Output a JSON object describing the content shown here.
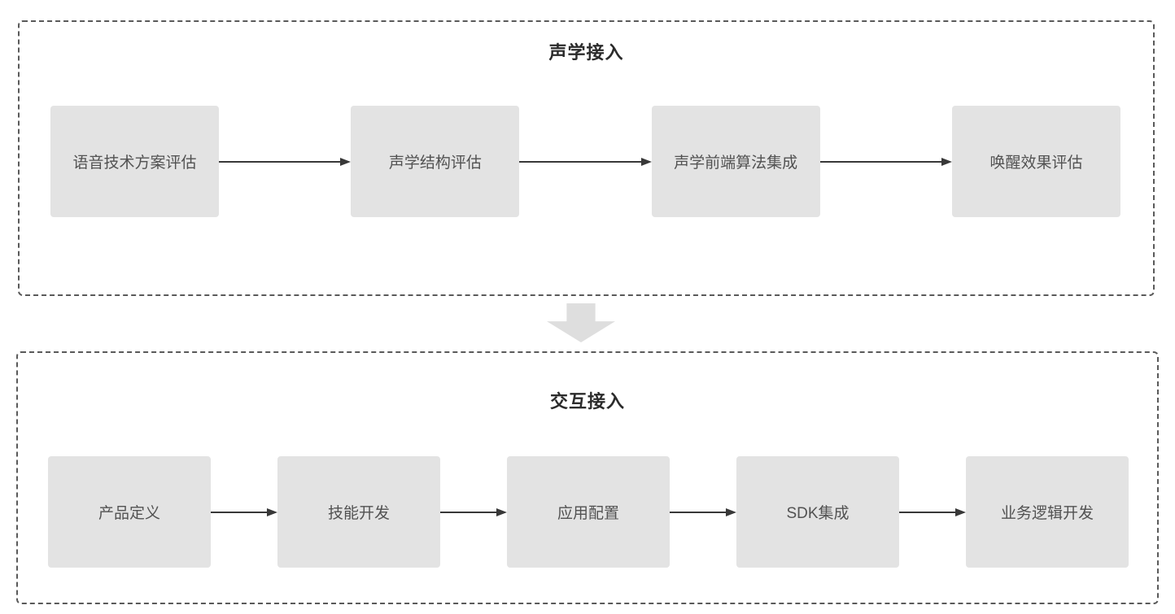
{
  "page": {
    "background": "#ffffff",
    "kind": "flowchart"
  },
  "colors": {
    "panel_border": "#5a5a5a",
    "title_text": "#2b2b2b",
    "box_fill": "#e3e3e3",
    "box_text": "#525252",
    "connector_arrow": "#383838",
    "down_arrow_fill": "#dedede",
    "page_bg": "#ffffff"
  },
  "icons": {
    "flow_connector": "right-arrow-icon",
    "section_connector": "down-block-arrow-icon"
  },
  "sections": [
    {
      "id": "acoustic-access",
      "title": "声学接入",
      "steps": [
        "语音技术方案评估",
        "声学结构评估",
        "声学前端算法集成",
        "唤醒效果评估"
      ]
    },
    {
      "id": "interaction-access",
      "title": "交互接入",
      "steps": [
        "产品定义",
        "技能开发",
        "应用配置",
        "SDK集成",
        "业务逻辑开发"
      ]
    }
  ]
}
